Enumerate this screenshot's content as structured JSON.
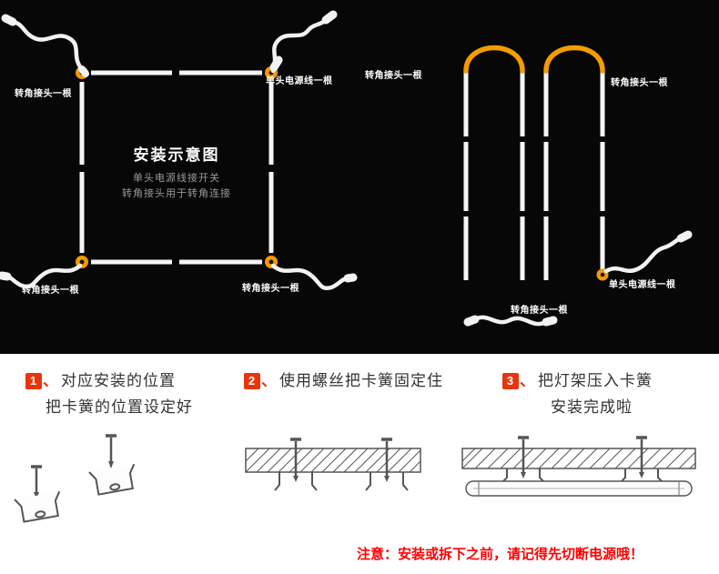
{
  "colors": {
    "accent_orange": "#f49b00",
    "badge_red": "#e8350e",
    "notice_red": "#ff0000",
    "background_dark": "#070707"
  },
  "diagram": {
    "title": "安装示意图",
    "subtitle1": "单头电源线接开关",
    "subtitle2": "转角接头用于转角连接",
    "labels": {
      "corner_tl": "转角接头一根",
      "power_tr": "单头电源线一根",
      "corner_bl": "转角接头一根",
      "corner_br": "转角接头一根",
      "serp_left": "转角接头一根",
      "serp_right": "转角接头一根",
      "serp_power": "单头电源线一根",
      "serp_bottom": "转角接头一根"
    }
  },
  "steps": [
    {
      "num": "1",
      "sep": "、",
      "line1": "对应安装的位置",
      "line2": "把卡簧的位置设定好"
    },
    {
      "num": "2",
      "sep": "、",
      "line1": "使用螺丝把卡簧固定住",
      "line2": ""
    },
    {
      "num": "3",
      "sep": "、",
      "line1": "把灯架压入卡簧",
      "line2": "安装完成啦"
    }
  ],
  "notice": "注意：安装或拆下之前，请记得先切断电源哦！"
}
